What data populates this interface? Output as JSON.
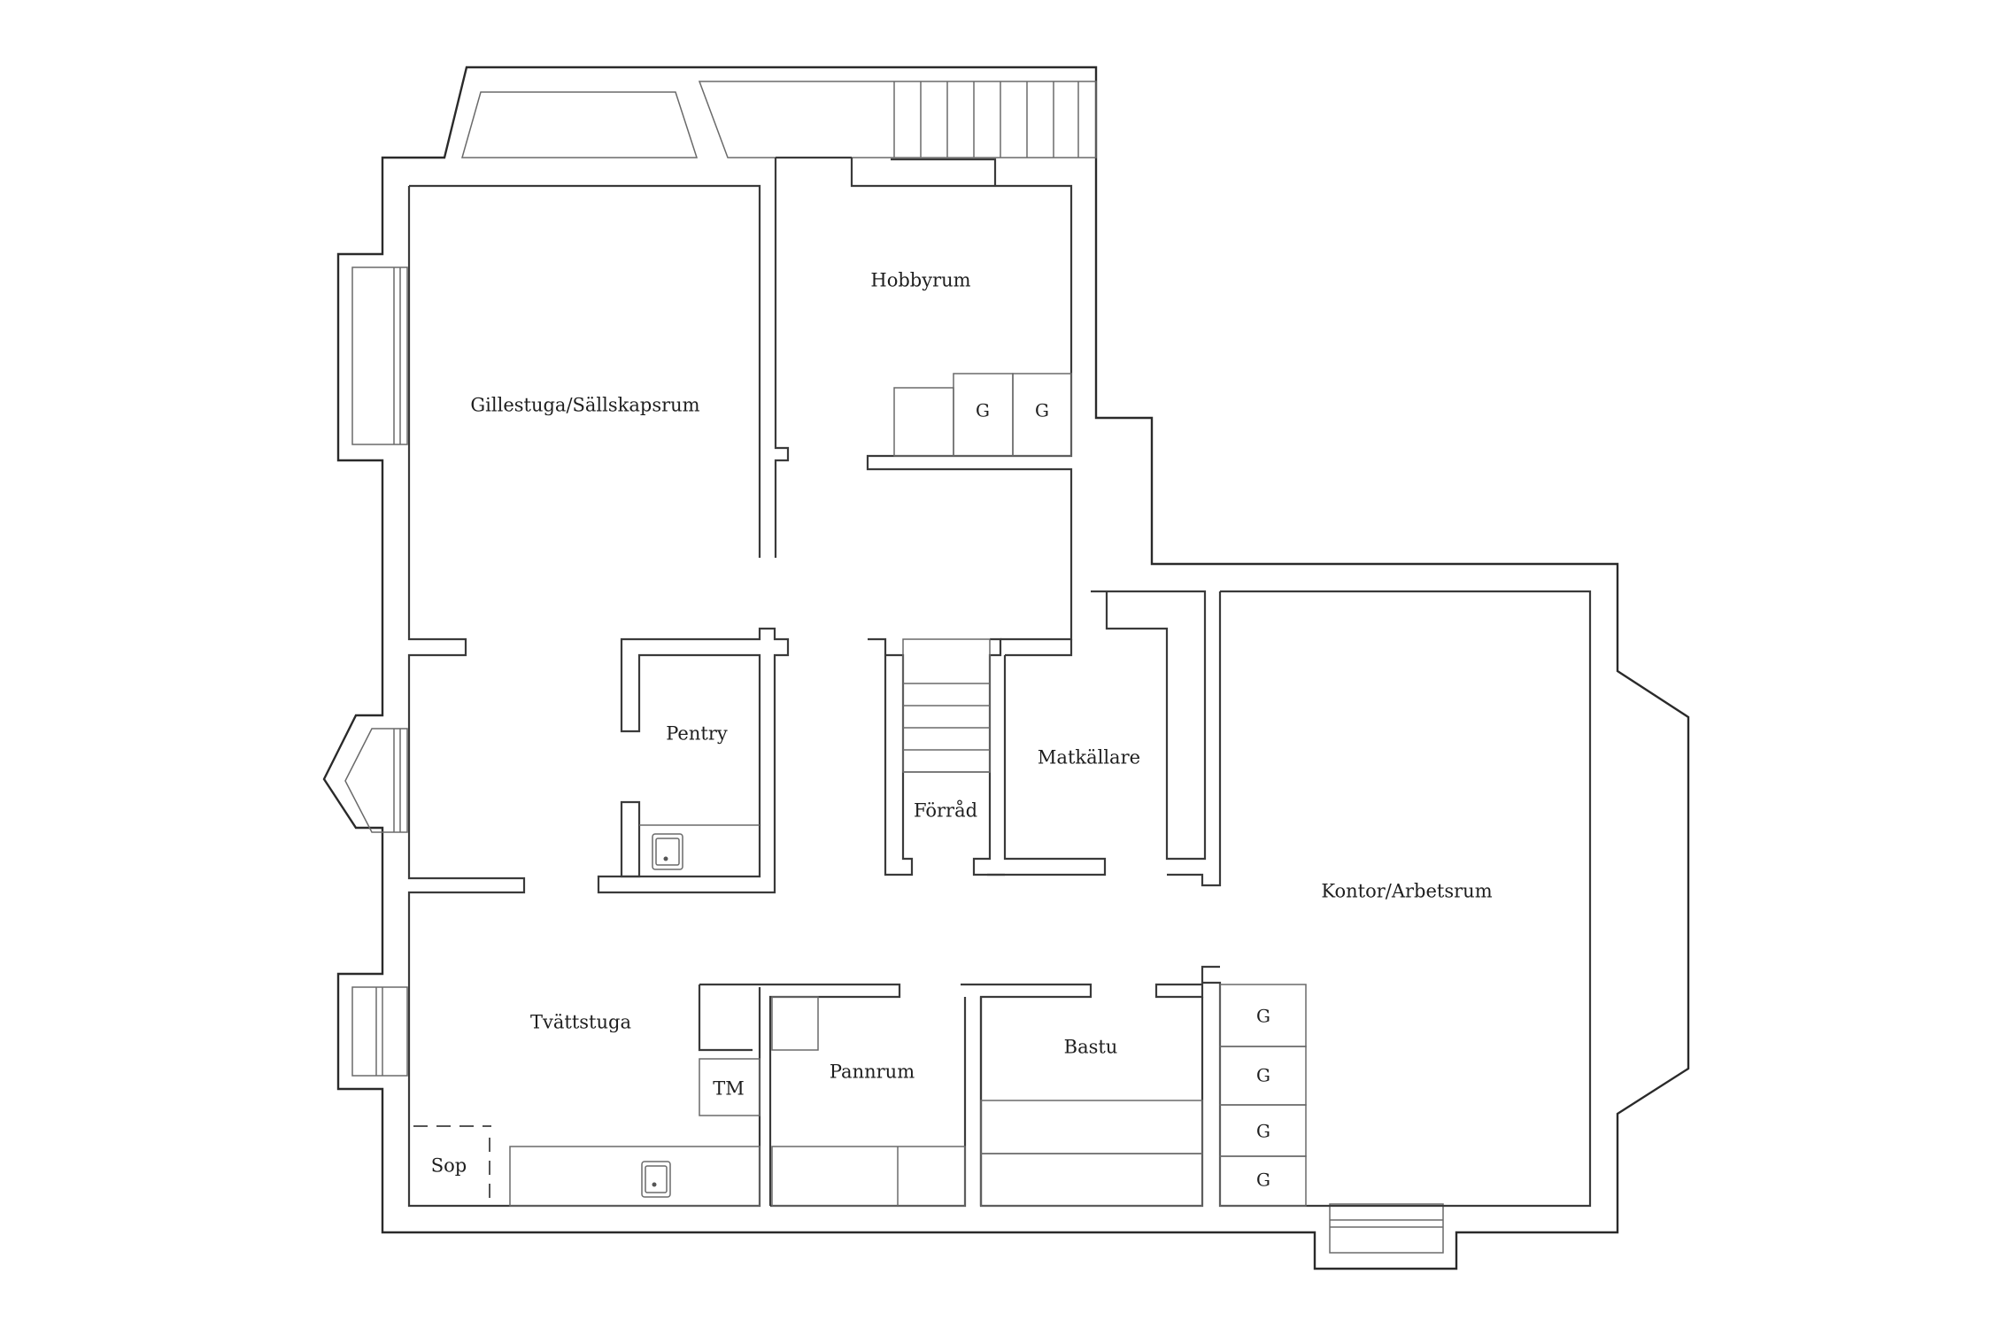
{
  "plan": {
    "rooms": {
      "gillestuga": "Gillestuga/Sällskapsrum",
      "hobbyrum": "Hobbyrum",
      "pentry": "Pentry",
      "forrad": "Förråd",
      "matkallare": "Matkällare",
      "kontor": "Kontor/Arbetsrum",
      "tvattstuga": "Tvättstuga",
      "pannrum": "Pannrum",
      "bastu": "Bastu",
      "tm": "TM",
      "sop": "Sop"
    },
    "garderob_label": "G"
  }
}
